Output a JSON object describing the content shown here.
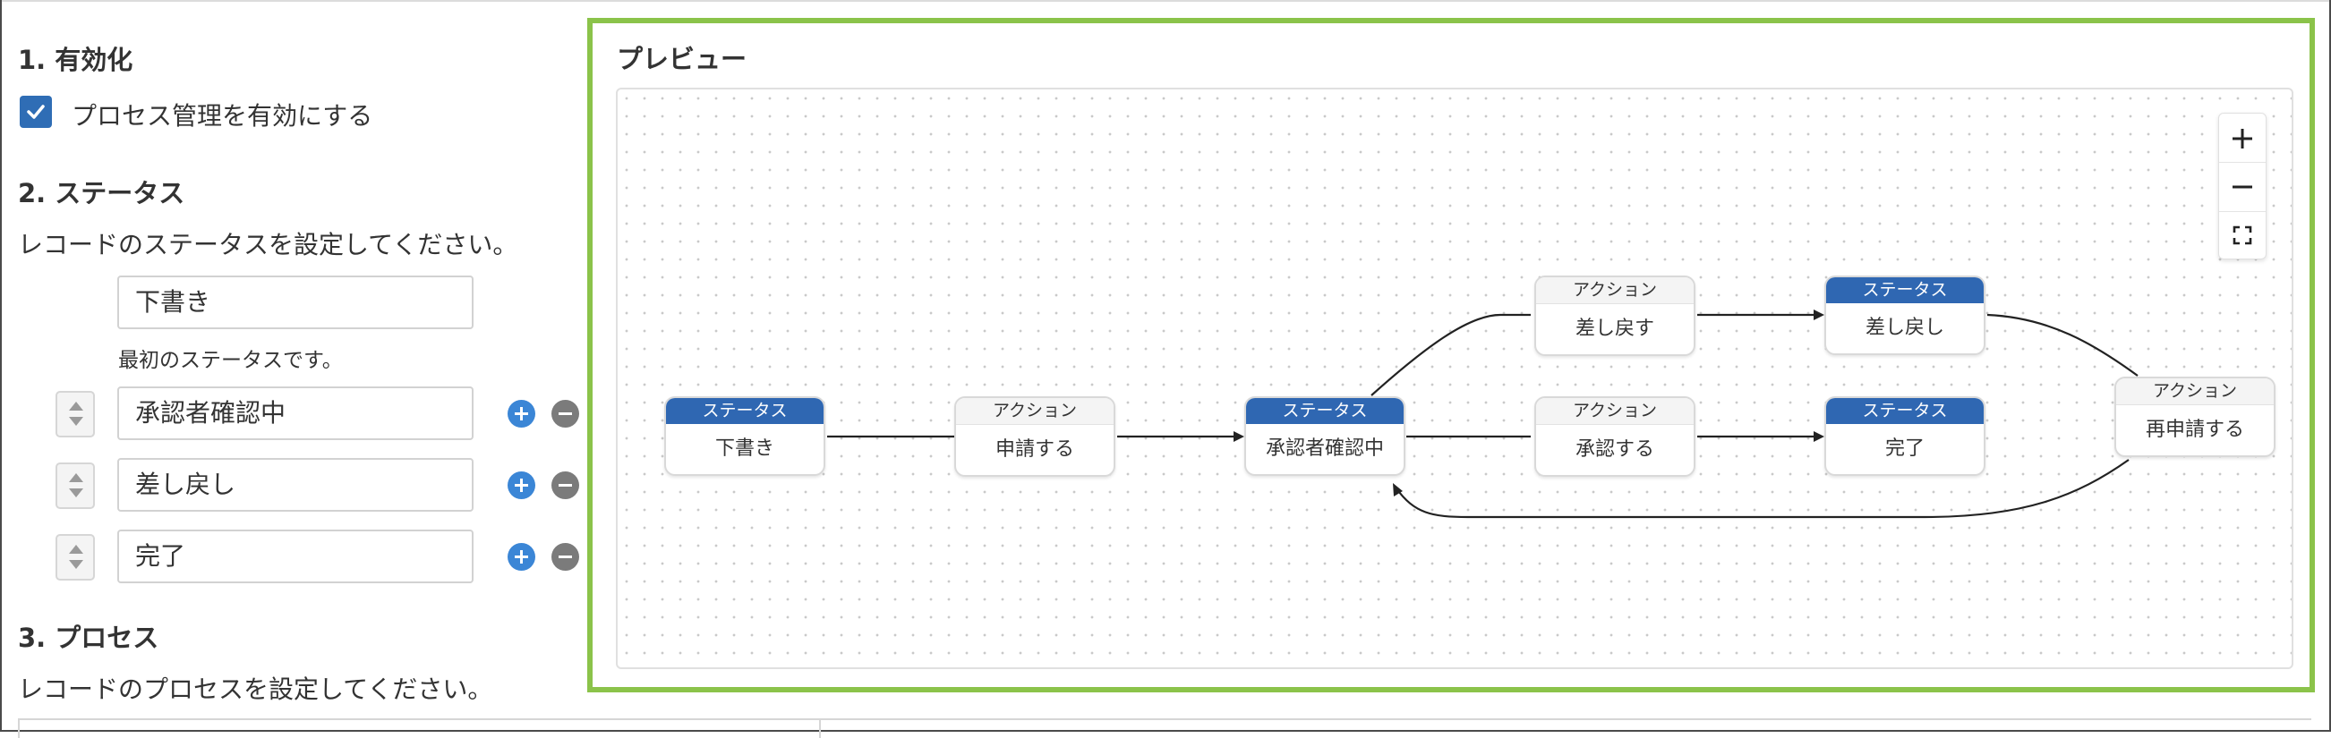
{
  "settings": {
    "section1": {
      "title": "1. 有効化",
      "checkbox_label": "プロセス管理を有効にする",
      "checked": true
    },
    "section2": {
      "title": "2. ステータス",
      "description": "レコードのステータスを設定してください。",
      "first_status": "下書き",
      "first_status_hint": "最初のステータスです。",
      "statuses": [
        "承認者確認中",
        "差し戻し",
        "完了"
      ]
    },
    "section3": {
      "title": "3. プロセス",
      "description": "レコードのプロセスを設定してください。"
    }
  },
  "preview": {
    "title": "プレビュー",
    "status_header": "ステータス",
    "action_header": "アクション",
    "nodes": {
      "draft": {
        "kind": "status",
        "label": "下書き"
      },
      "apply": {
        "kind": "action",
        "label": "申請する"
      },
      "reviewing": {
        "kind": "status",
        "label": "承認者確認中"
      },
      "sendback": {
        "kind": "action",
        "label": "差し戻す"
      },
      "returned": {
        "kind": "status",
        "label": "差し戻し"
      },
      "approve": {
        "kind": "action",
        "label": "承認する"
      },
      "done": {
        "kind": "status",
        "label": "完了"
      },
      "reapply": {
        "kind": "action",
        "label": "再申請する"
      }
    },
    "zoom_controls": {
      "zoom_in": "+",
      "zoom_out": "−",
      "fit_icon": "fit-screen-icon"
    }
  },
  "colors": {
    "status_header": "#2f67b2",
    "preview_border": "#8bc34a",
    "checkbox": "#2f6db5",
    "add_button": "#3b86d6",
    "remove_button": "#7b7b7b"
  }
}
